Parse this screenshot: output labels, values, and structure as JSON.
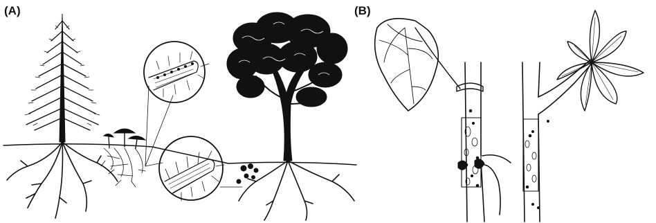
{
  "panels": [
    {
      "id": "A",
      "label": "(A)"
    },
    {
      "id": "B",
      "label": "(B)"
    }
  ],
  "colors": {
    "ink": "#111111",
    "background": "#ffffff"
  },
  "elements": {
    "conifer": "conifer-tree-with-roots",
    "mushrooms": "ectomycorrhizal-fungi",
    "root_tip_fungal": "root-tip-with-fungal-mantle",
    "root_tip_hair": "root-tip-with-root-hairs",
    "deciduous": "deciduous-tree-with-roots",
    "leaf_plant": "plant-with-ant-domatia",
    "palm_leaf_plant": "plant-with-hollow-stem-ants"
  }
}
